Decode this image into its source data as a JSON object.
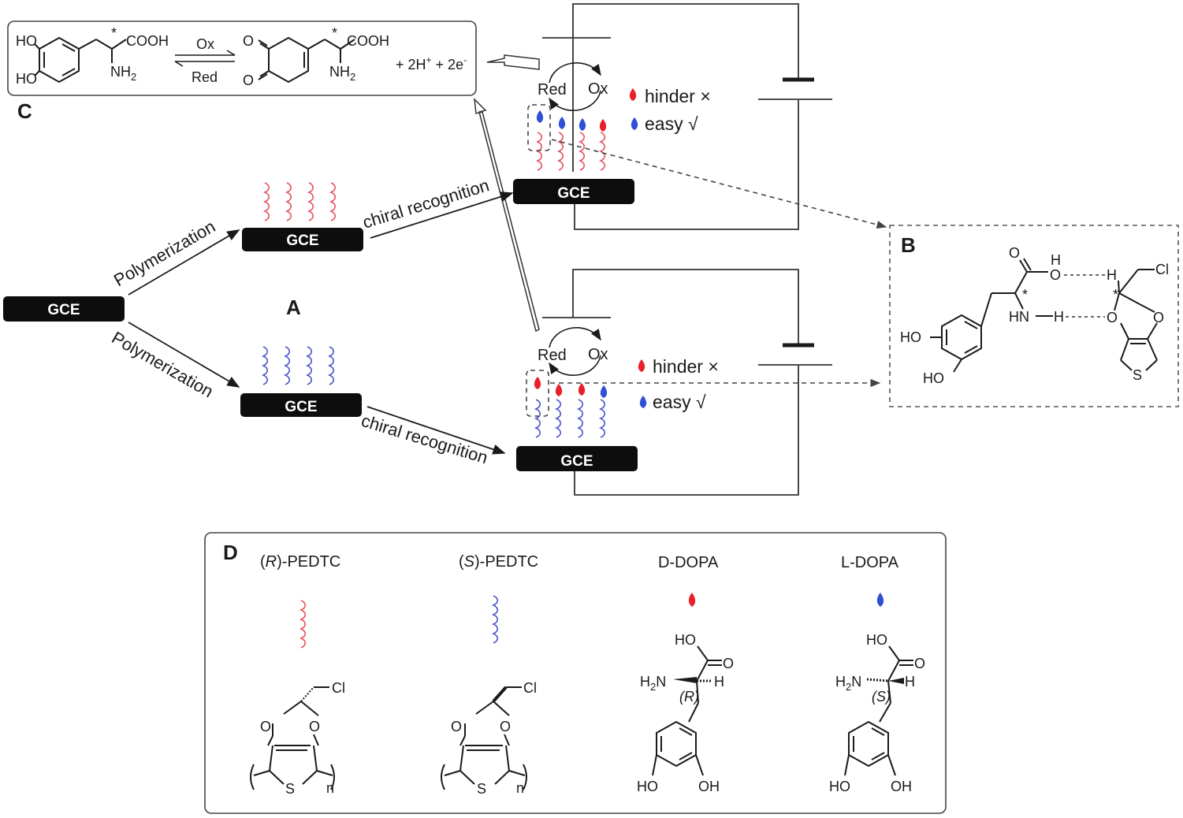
{
  "colors": {
    "R_polymer": "#e8505b",
    "S_polymer": "#4a55c8",
    "D_dopa": "#e8202a",
    "L_dopa": "#2f4fd6",
    "electrode": "#0d0d0d"
  },
  "panels": {
    "A": "A",
    "B": "B",
    "C": "C",
    "D": "D"
  },
  "electrode_label": "GCE",
  "steps": {
    "polymerization_top": "Polymerization",
    "polymerization_bottom": "Polymerization",
    "chiral_top": "chiral recognition",
    "chiral_bottom": "chiral recognition"
  },
  "redox": {
    "red": "Red",
    "ox": "Ox"
  },
  "legend": {
    "hinder": "hinder ×",
    "easy": "easy √"
  },
  "reaction": {
    "HO_top": "HO",
    "HO_bottom": "HO",
    "cooh_left": "COOH",
    "nh2_left": "NH",
    "nh2_sub": "2",
    "ox": "Ox",
    "red": "Red",
    "cooh_right": "COOH",
    "nh2_right": "NH",
    "products": "+ 2H",
    "plus_sup": "+",
    "electrons": " + 2e",
    "minus_sup": "-",
    "star": "*"
  },
  "panelB": {
    "O": "O",
    "H": "H",
    "O_acid": "O",
    "H_acceptor": "H",
    "Cl": "Cl",
    "HN": "HN",
    "H_amine": "H",
    "O_ring": "O",
    "O_ring2": "O",
    "HO_top": "HO",
    "HO_bottom": "HO",
    "S": "S",
    "star": "*"
  },
  "panelD": {
    "items": [
      {
        "name_pre": "(",
        "name_it": "R",
        "name_post": ")-PEDTC"
      },
      {
        "name_pre": "(",
        "name_it": "S",
        "name_post": ")-PEDTC"
      },
      {
        "name": "D-DOPA"
      },
      {
        "name": "L-DOPA"
      }
    ],
    "Cl": "Cl",
    "O": "O",
    "S": "S",
    "n": "n",
    "HO": "HO",
    "O_carbonyl": "O",
    "H2N": "H",
    "H2N_sub": "2",
    "H2N_N": "N",
    "H": "H",
    "R_label": "(R)",
    "S_label": "(S)",
    "OH": "OH",
    "HO_ring": "HO"
  }
}
